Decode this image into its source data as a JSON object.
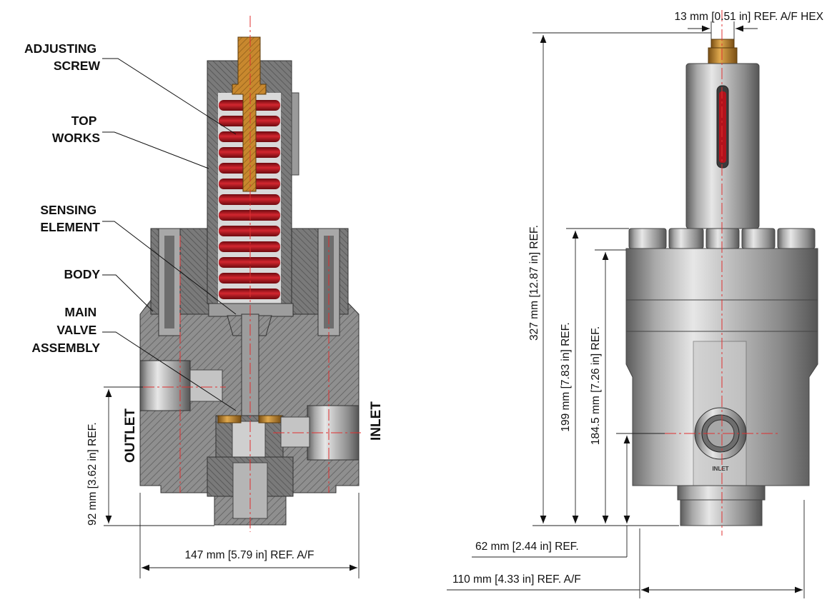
{
  "callouts": [
    {
      "id": "adjusting-screw",
      "lines": [
        "ADJUSTING",
        "SCREW"
      ]
    },
    {
      "id": "top-works",
      "lines": [
        "TOP",
        "WORKS"
      ]
    },
    {
      "id": "sensing-element",
      "lines": [
        "SENSING",
        "ELEMENT"
      ]
    },
    {
      "id": "body",
      "lines": [
        "BODY"
      ]
    },
    {
      "id": "main-valve-assembly",
      "lines": [
        "MAIN",
        "VALVE",
        "ASSEMBLY"
      ]
    }
  ],
  "ports": {
    "outlet": "OUTLET",
    "inlet": "INLET",
    "body_marking": "INLET"
  },
  "dimensions": {
    "hex": "13 mm [0.51 in] REF. A/F HEX",
    "overall_height": "327 mm [12.87 in] REF.",
    "body_height": "199 mm [7.83 in] REF.",
    "cap_height": "184.5 mm [7.26 in] REF.",
    "inlet_centerline": "62 mm [2.44 in] REF.",
    "outlet_centerline": "92 mm [3.62 in] REF.",
    "body_width": "147 mm [5.79 in] REF. A/F",
    "bottom_width": "110 mm [4.33 in] REF. A/F"
  },
  "colors": {
    "spring_red": "#b3131c",
    "brass": "#c8882e",
    "centerline_red": "#e03030",
    "metal_gray": "#8e8e8e"
  }
}
